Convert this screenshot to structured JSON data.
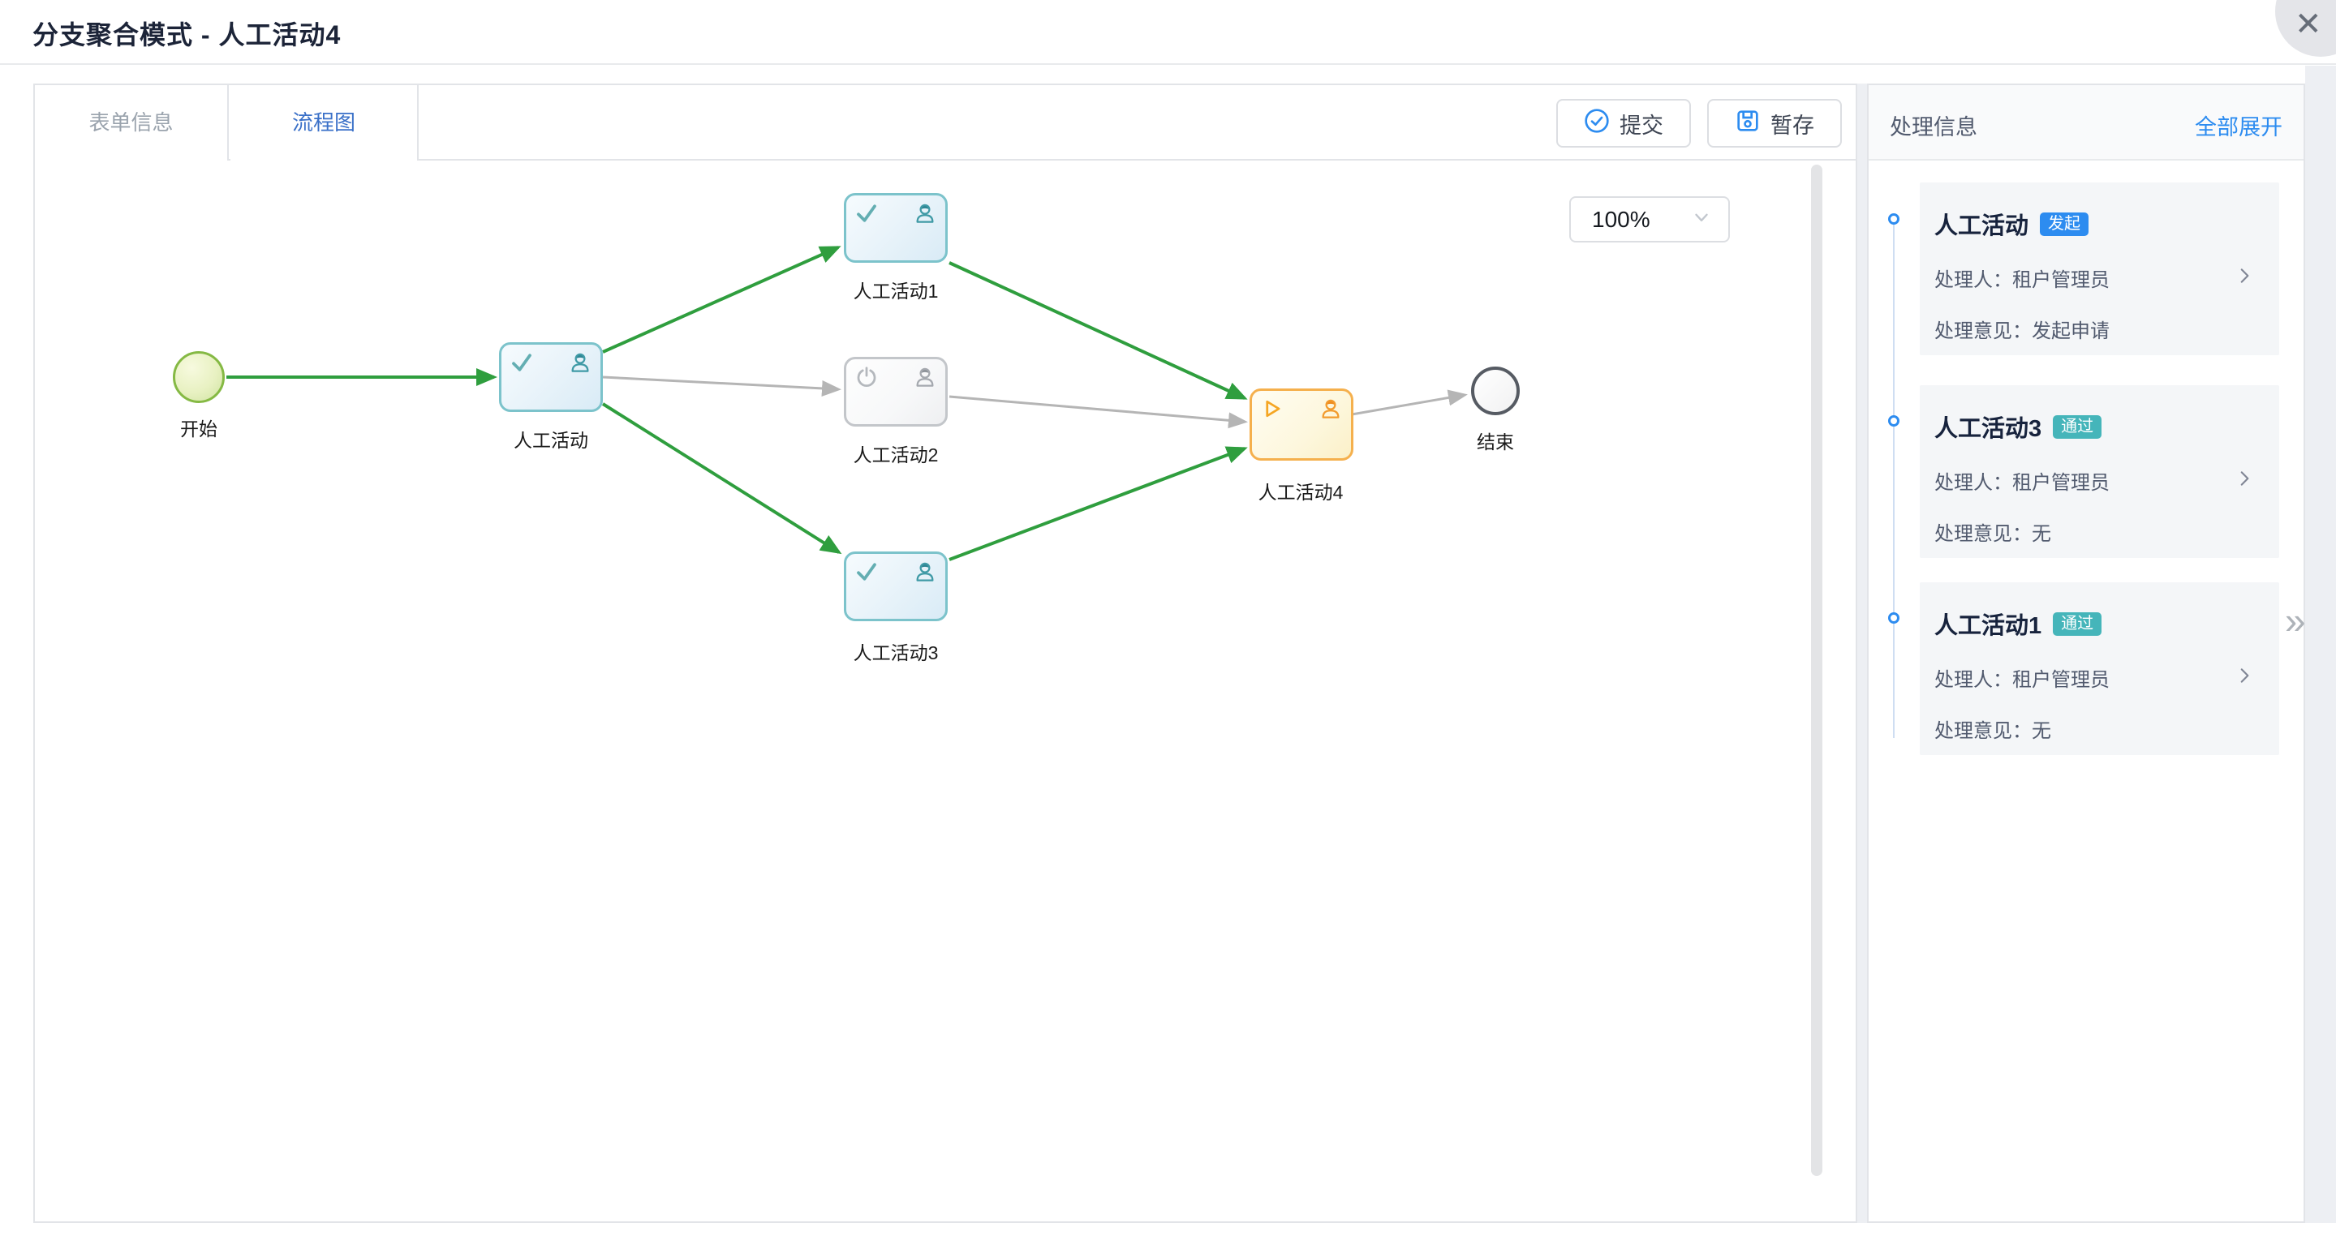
{
  "window": {
    "title": "分支聚合模式 - 人工活动4",
    "close_icon": "close-x"
  },
  "tabs": [
    {
      "label": "表单信息",
      "active": false
    },
    {
      "label": "流程图",
      "active": true
    }
  ],
  "toolbar": {
    "submit_label": "提交",
    "draft_label": "暂存"
  },
  "canvas": {
    "zoom_value": "100%"
  },
  "diagram": {
    "nodes": [
      {
        "id": "start",
        "type": "start-event",
        "label": "开始"
      },
      {
        "id": "activity",
        "type": "task-done",
        "label": "人工活动"
      },
      {
        "id": "activity1",
        "type": "task-done",
        "label": "人工活动1"
      },
      {
        "id": "activity2",
        "type": "task-pending",
        "label": "人工活动2"
      },
      {
        "id": "activity3",
        "type": "task-done",
        "label": "人工活动3"
      },
      {
        "id": "activity4",
        "type": "task-current",
        "label": "人工活动4"
      },
      {
        "id": "end",
        "type": "end-event",
        "label": "结束"
      }
    ],
    "edges": [
      {
        "from": "开始",
        "to": "人工活动",
        "status": "passed"
      },
      {
        "from": "人工活动",
        "to": "人工活动1",
        "status": "passed"
      },
      {
        "from": "人工活动",
        "to": "人工活动2",
        "status": "pending"
      },
      {
        "from": "人工活动",
        "to": "人工活动3",
        "status": "passed"
      },
      {
        "from": "人工活动1",
        "to": "人工活动4",
        "status": "passed"
      },
      {
        "from": "人工活动2",
        "to": "人工活动4",
        "status": "pending"
      },
      {
        "from": "人工活动3",
        "to": "人工活动4",
        "status": "passed"
      },
      {
        "from": "人工活动4",
        "to": "结束",
        "status": "pending"
      }
    ]
  },
  "panel": {
    "title": "处理信息",
    "expand_all_label": "全部展开",
    "items": [
      {
        "title": "人工活动",
        "badge": "发起",
        "badge_color": "#2d8cf0",
        "handler_label": "处理人：",
        "handler": "租户管理员",
        "opinion_label": "处理意见：",
        "opinion": "发起申请"
      },
      {
        "title": "人工活动3",
        "badge": "通过",
        "badge_color": "#45b5ba",
        "handler_label": "处理人：",
        "handler": "租户管理员",
        "opinion_label": "处理意见：",
        "opinion": "无"
      },
      {
        "title": "人工活动1",
        "badge": "通过",
        "badge_color": "#45b5ba",
        "handler_label": "处理人：",
        "handler": "租户管理员",
        "opinion_label": "处理意见：",
        "opinion": "无"
      }
    ]
  },
  "colors": {
    "accent_blue": "#2d8cf0",
    "tab_active_blue": "#3a70c8",
    "passed_green": "#2f9e3e",
    "pending_gray": "#b5b5b5",
    "badge_teal": "#45b5ba",
    "current_orange": "#f5b04d",
    "node_teal_border": "#7cc3cb",
    "start_green": "#85b944"
  }
}
